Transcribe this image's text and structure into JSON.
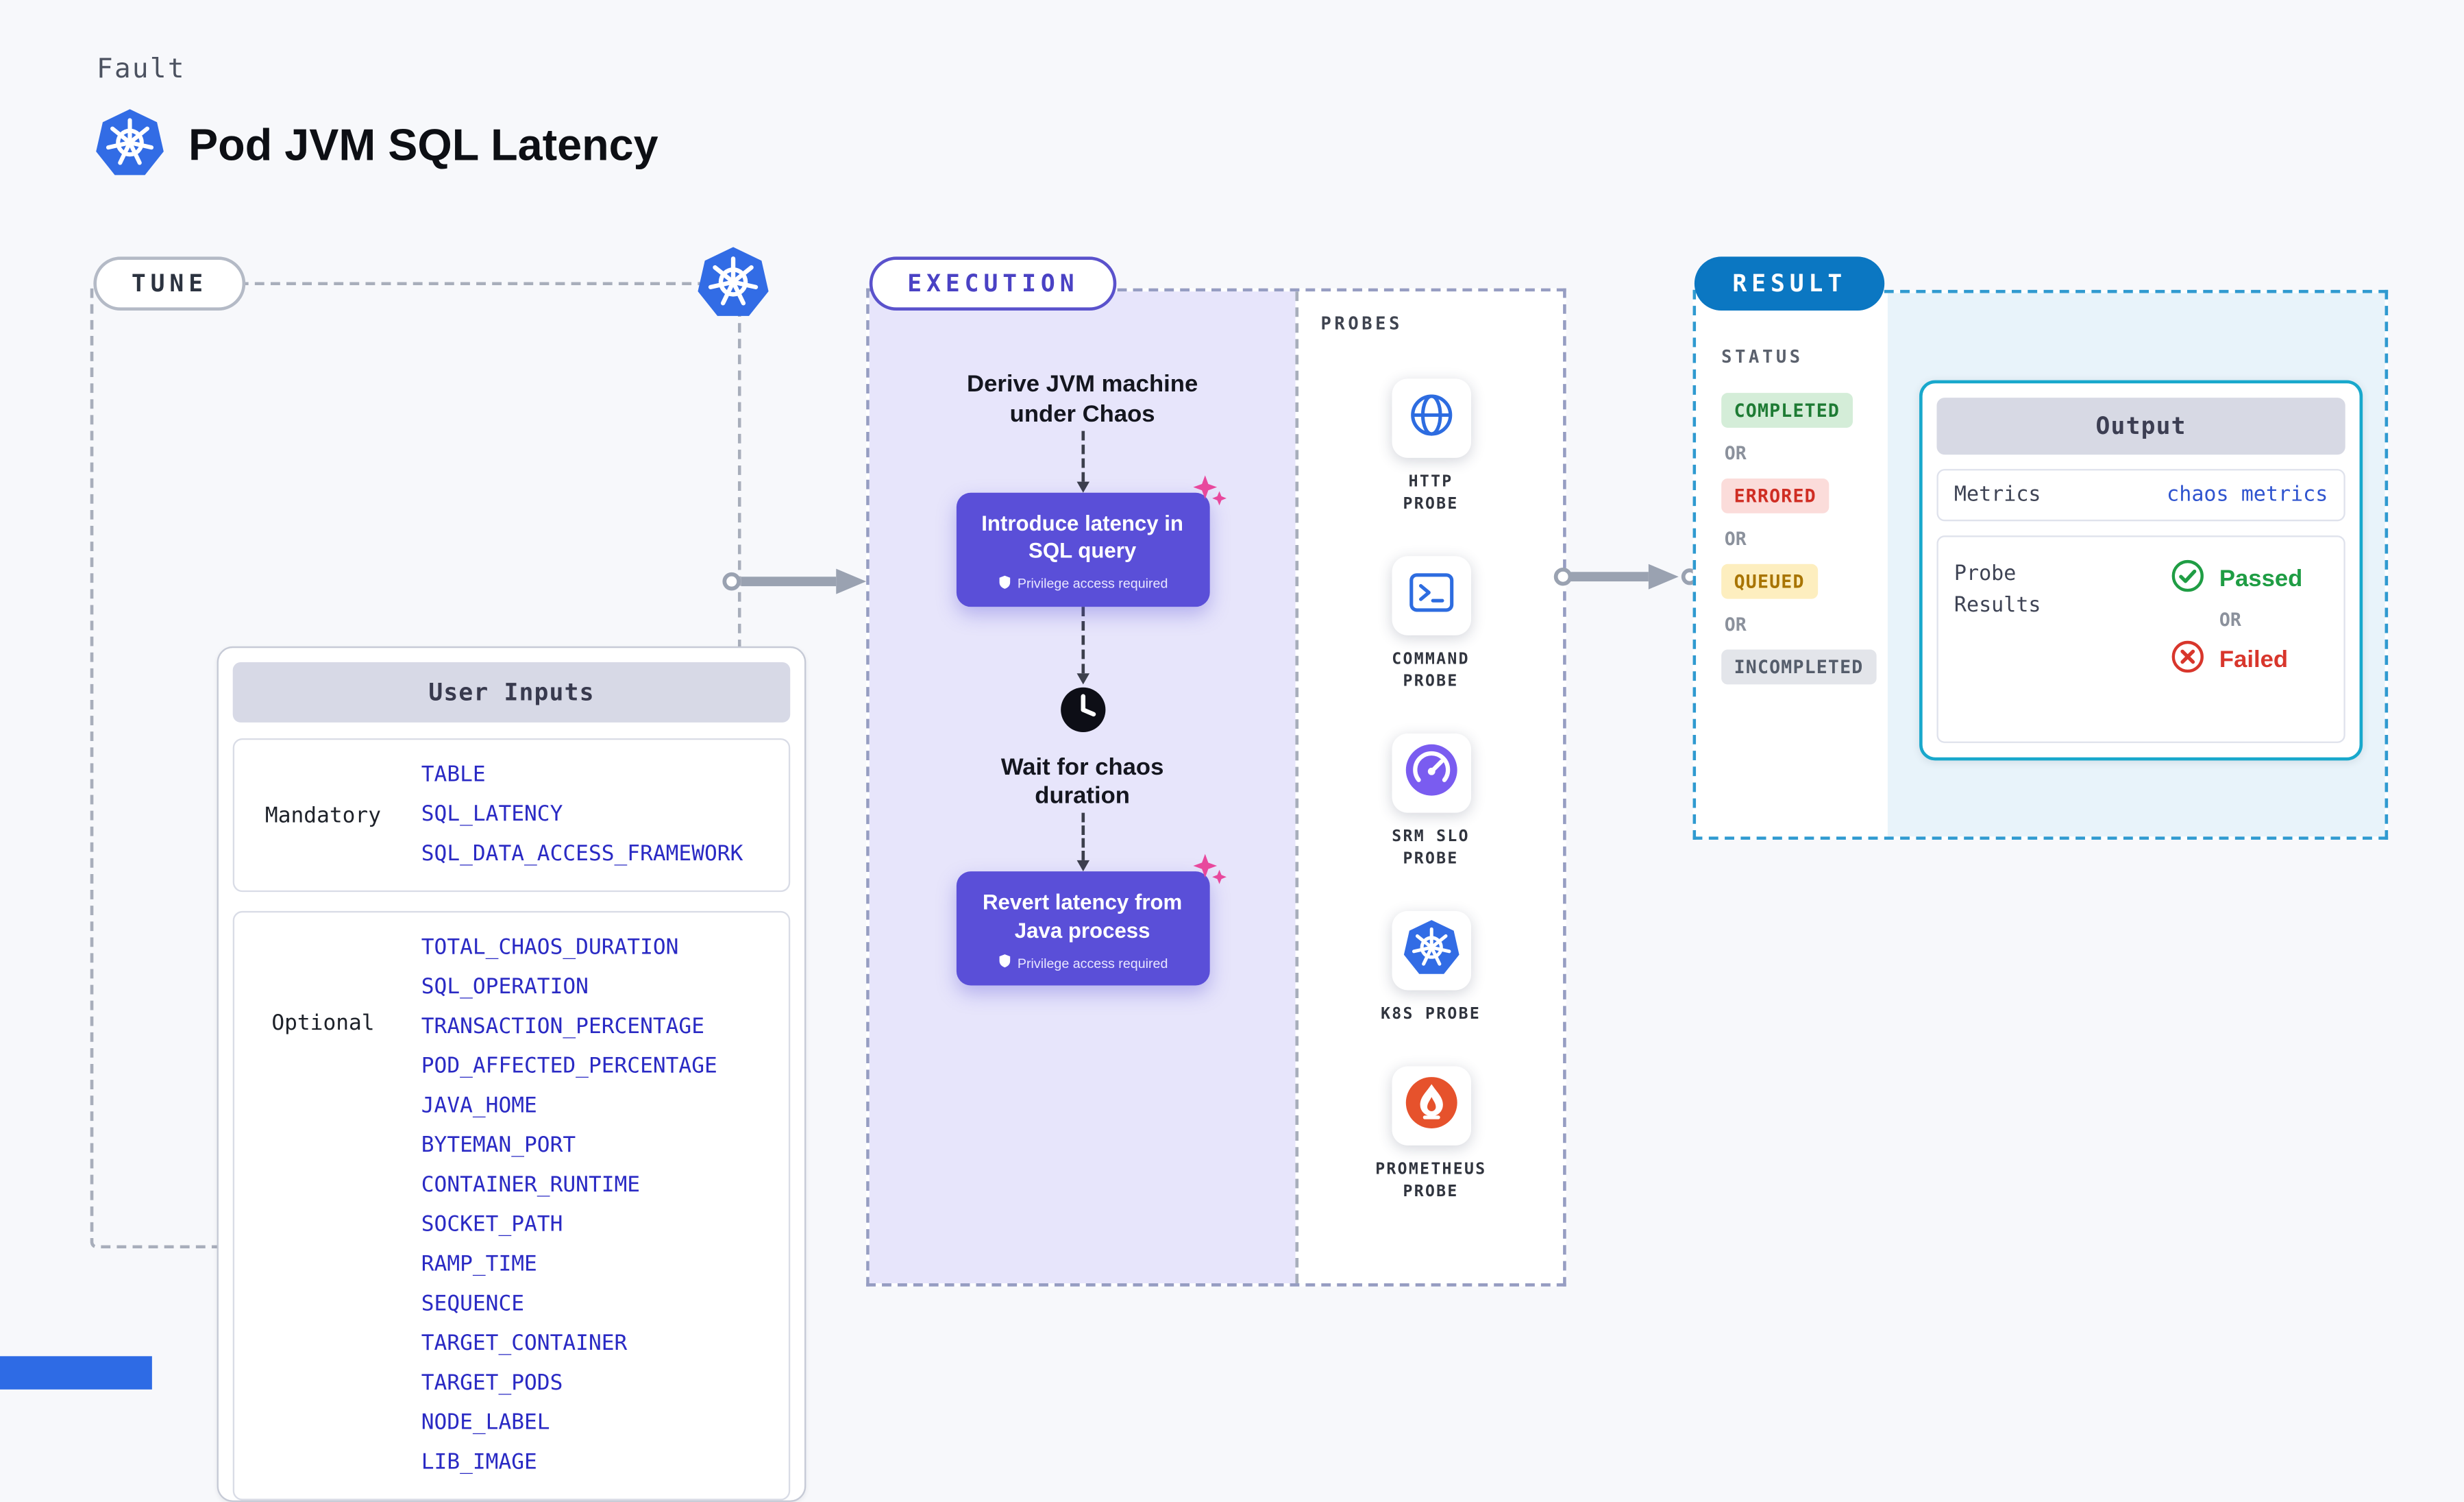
{
  "page": {
    "kicker": "Fault",
    "title": "Pod JVM SQL Latency"
  },
  "tune": {
    "pill": "TUNE",
    "table_header": "User Inputs",
    "mandatory_label": "Mandatory",
    "mandatory_items": [
      "TABLE",
      "SQL_LATENCY",
      "SQL_DATA_ACCESS_FRAMEWORK"
    ],
    "optional_label": "Optional",
    "optional_items": [
      "TOTAL_CHAOS_DURATION",
      "SQL_OPERATION",
      "TRANSACTION_PERCENTAGE",
      "POD_AFFECTED_PERCENTAGE",
      "JAVA_HOME",
      "BYTEMAN_PORT",
      "CONTAINER_RUNTIME",
      "SOCKET_PATH",
      "RAMP_TIME",
      "SEQUENCE",
      "TARGET_CONTAINER",
      "TARGET_PODS",
      "NODE_LABEL",
      "LIB_IMAGE"
    ]
  },
  "execution": {
    "pill": "EXECUTION",
    "derive_text": "Derive JVM machine under Chaos",
    "step1_title": "Introduce latency in SQL query",
    "wait_text": "Wait for chaos duration",
    "step2_title": "Revert latency from Java process",
    "privilege_badge": "Privilege access required"
  },
  "probes": {
    "heading": "PROBES",
    "items": [
      {
        "label": "HTTP PROBE",
        "icon": "globe-icon"
      },
      {
        "label": "COMMAND PROBE",
        "icon": "terminal-icon"
      },
      {
        "label": "SRM SLO PROBE",
        "icon": "gauge-icon"
      },
      {
        "label": "K8S PROBE",
        "icon": "kubernetes-icon"
      },
      {
        "label": "PROMETHEUS PROBE",
        "icon": "prometheus-icon"
      }
    ]
  },
  "result": {
    "pill": "RESULT",
    "status_heading": "STATUS",
    "or": "OR",
    "badges": [
      {
        "text": "COMPLETED",
        "type": "success"
      },
      {
        "text": "ERRORED",
        "type": "error"
      },
      {
        "text": "QUEUED",
        "type": "warning"
      },
      {
        "text": "INCOMPLETED",
        "type": "neutral"
      }
    ],
    "output": {
      "header": "Output",
      "metrics_label": "Metrics",
      "metrics_value": "chaos metrics",
      "probe_results_label": "Probe Results",
      "passed": "Passed",
      "or": "OR",
      "failed": "Failed"
    }
  },
  "colors": {
    "accent_purple": "#5a4fd8",
    "result_blue": "#0b77c2",
    "k8s_blue": "#326ce5",
    "success_green": "#1f9d44",
    "error_red": "#d8362c",
    "warning_amber": "#a87400",
    "output_border_cyan": "#18a8cc",
    "sparkle_pink": "#e8489d"
  }
}
